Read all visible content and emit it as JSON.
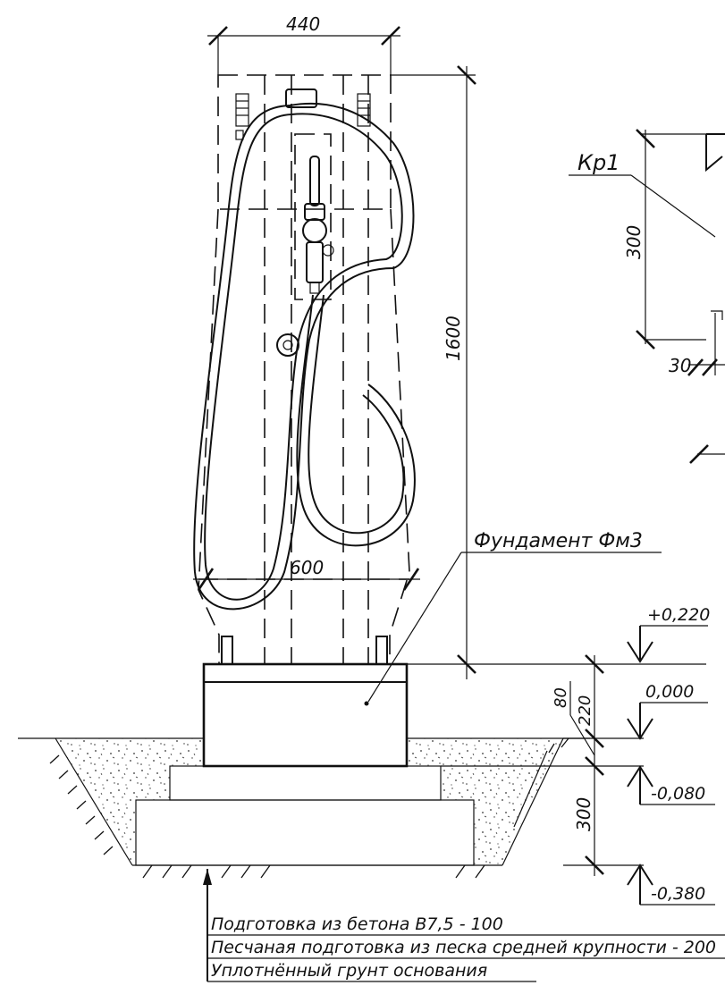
{
  "dimensions": {
    "top_width": "440",
    "height_total": "1600",
    "base_width": "600",
    "plinth_80": "80",
    "plinth_220": "220",
    "gravel_300": "300",
    "kr_300": "300",
    "kr_30": "30"
  },
  "callouts": {
    "kr1": "Кр1",
    "foundation": "Фундамент Фм3"
  },
  "elevations": {
    "plus_0220": "+0,220",
    "zero": "0,000",
    "minus_0080": "-0,080",
    "minus_0380": "-0,380"
  },
  "layers": [
    "Подготовка из бетона В7,5 - 100",
    "Песчаная подготовка из песка средней крупности - 200",
    "Уплотнённый грунт основания"
  ]
}
